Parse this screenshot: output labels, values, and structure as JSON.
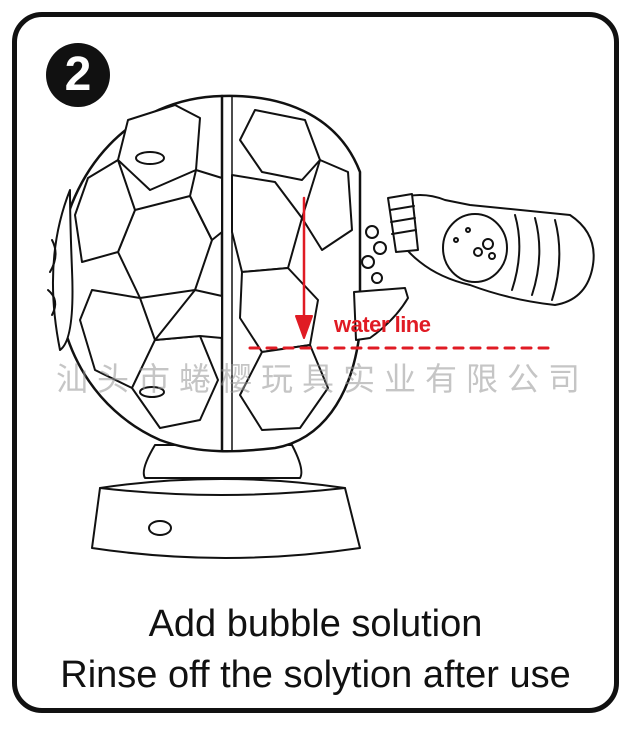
{
  "step": {
    "number": "2"
  },
  "annotation": {
    "label": "water line",
    "color": "#e01b24"
  },
  "watermark": {
    "text": "汕头市蜷樱玩具实业有限公司"
  },
  "caption": {
    "line1": "Add bubble solution",
    "line2": "Rinse off the solytion after use"
  },
  "colors": {
    "outline": "#111111",
    "accent": "#e01b24",
    "background": "#ffffff"
  },
  "icons": {
    "ball": "soccer-ball-bubble-machine",
    "bottle": "bubble-solution-bottle",
    "arrow": "down-arrow"
  }
}
